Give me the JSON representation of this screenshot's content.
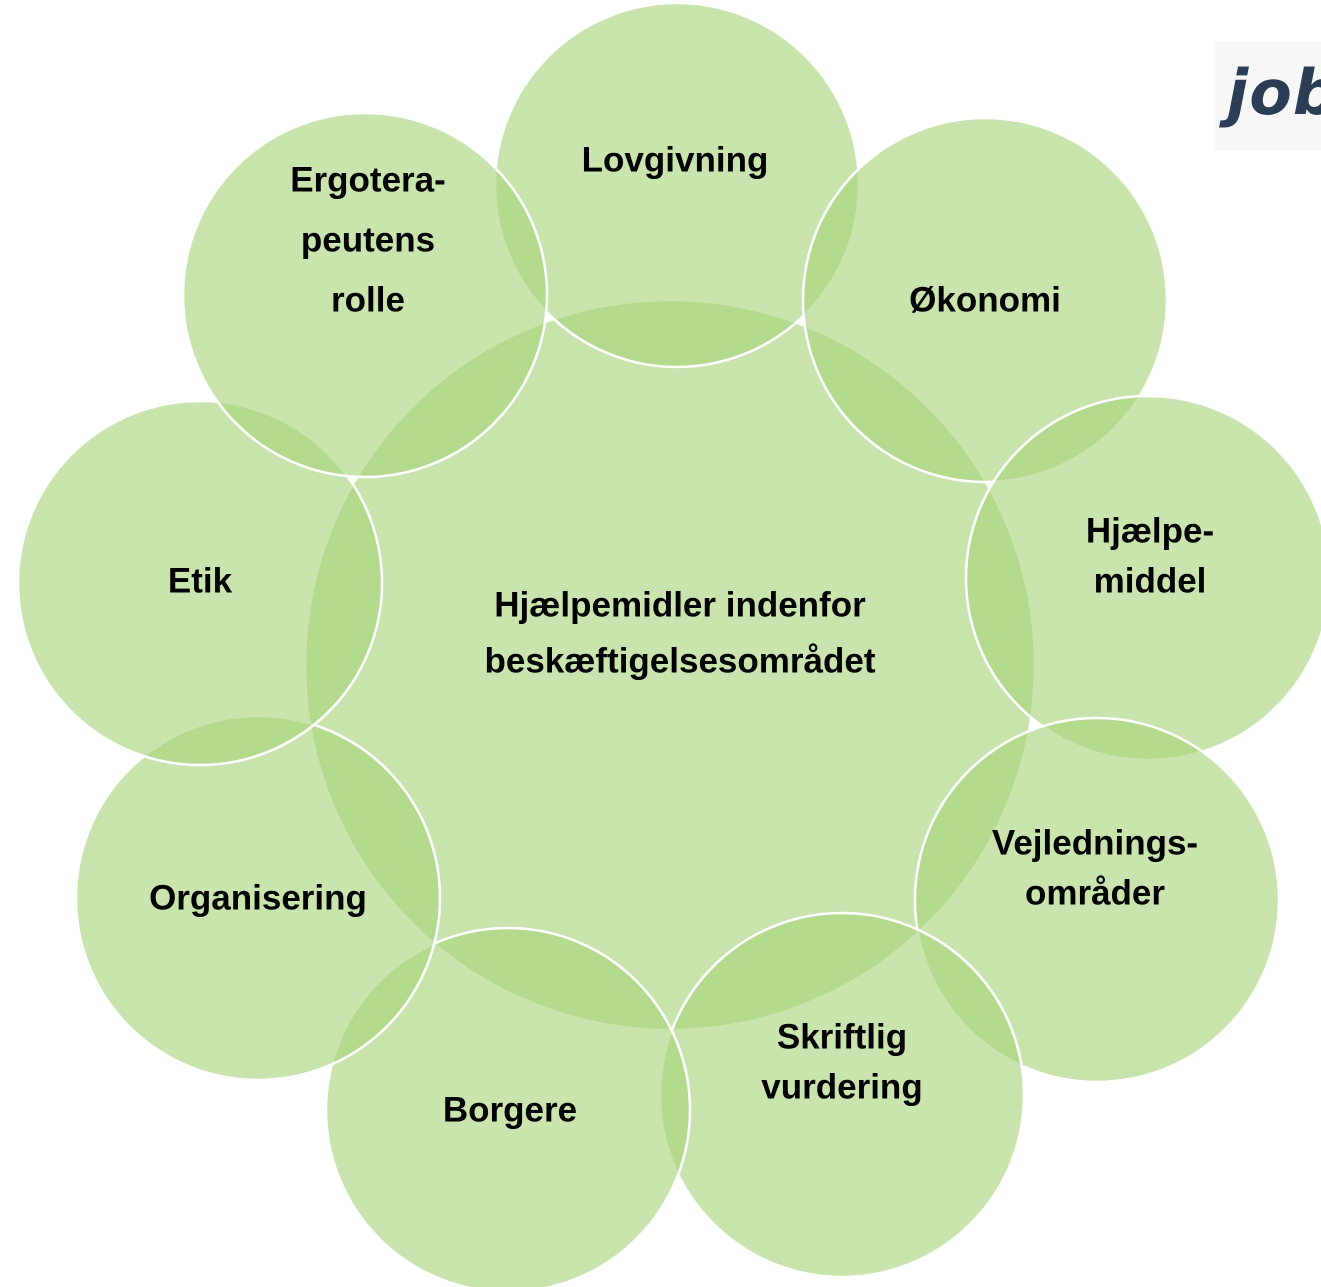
{
  "logo": {
    "text": "job"
  },
  "center": {
    "lines": [
      "Hjælpemidler indenfor",
      "beskæftigelsesområdet"
    ]
  },
  "satellites": [
    {
      "id": "lovgivning",
      "lines": [
        "Lovgivning"
      ]
    },
    {
      "id": "okonomi",
      "lines": [
        "Økonomi"
      ]
    },
    {
      "id": "hjaelpemiddel",
      "lines": [
        "Hjælpe-",
        "middel"
      ]
    },
    {
      "id": "vejledningsomrader",
      "lines": [
        "Vejlednings-",
        "områder"
      ]
    },
    {
      "id": "skriftlig-vurdering",
      "lines": [
        "Skriftlig",
        "vurdering"
      ]
    },
    {
      "id": "borgere",
      "lines": [
        "Borgere"
      ]
    },
    {
      "id": "organisering",
      "lines": [
        "Organisering"
      ]
    },
    {
      "id": "etik",
      "lines": [
        "Etik"
      ]
    },
    {
      "id": "ergoterapeutens-rolle",
      "lines": [
        "Ergotera-",
        "peutens",
        "rolle"
      ]
    }
  ],
  "colors": {
    "fill": "#a8d37a",
    "stroke": "#ffffff",
    "text": "#000000"
  }
}
